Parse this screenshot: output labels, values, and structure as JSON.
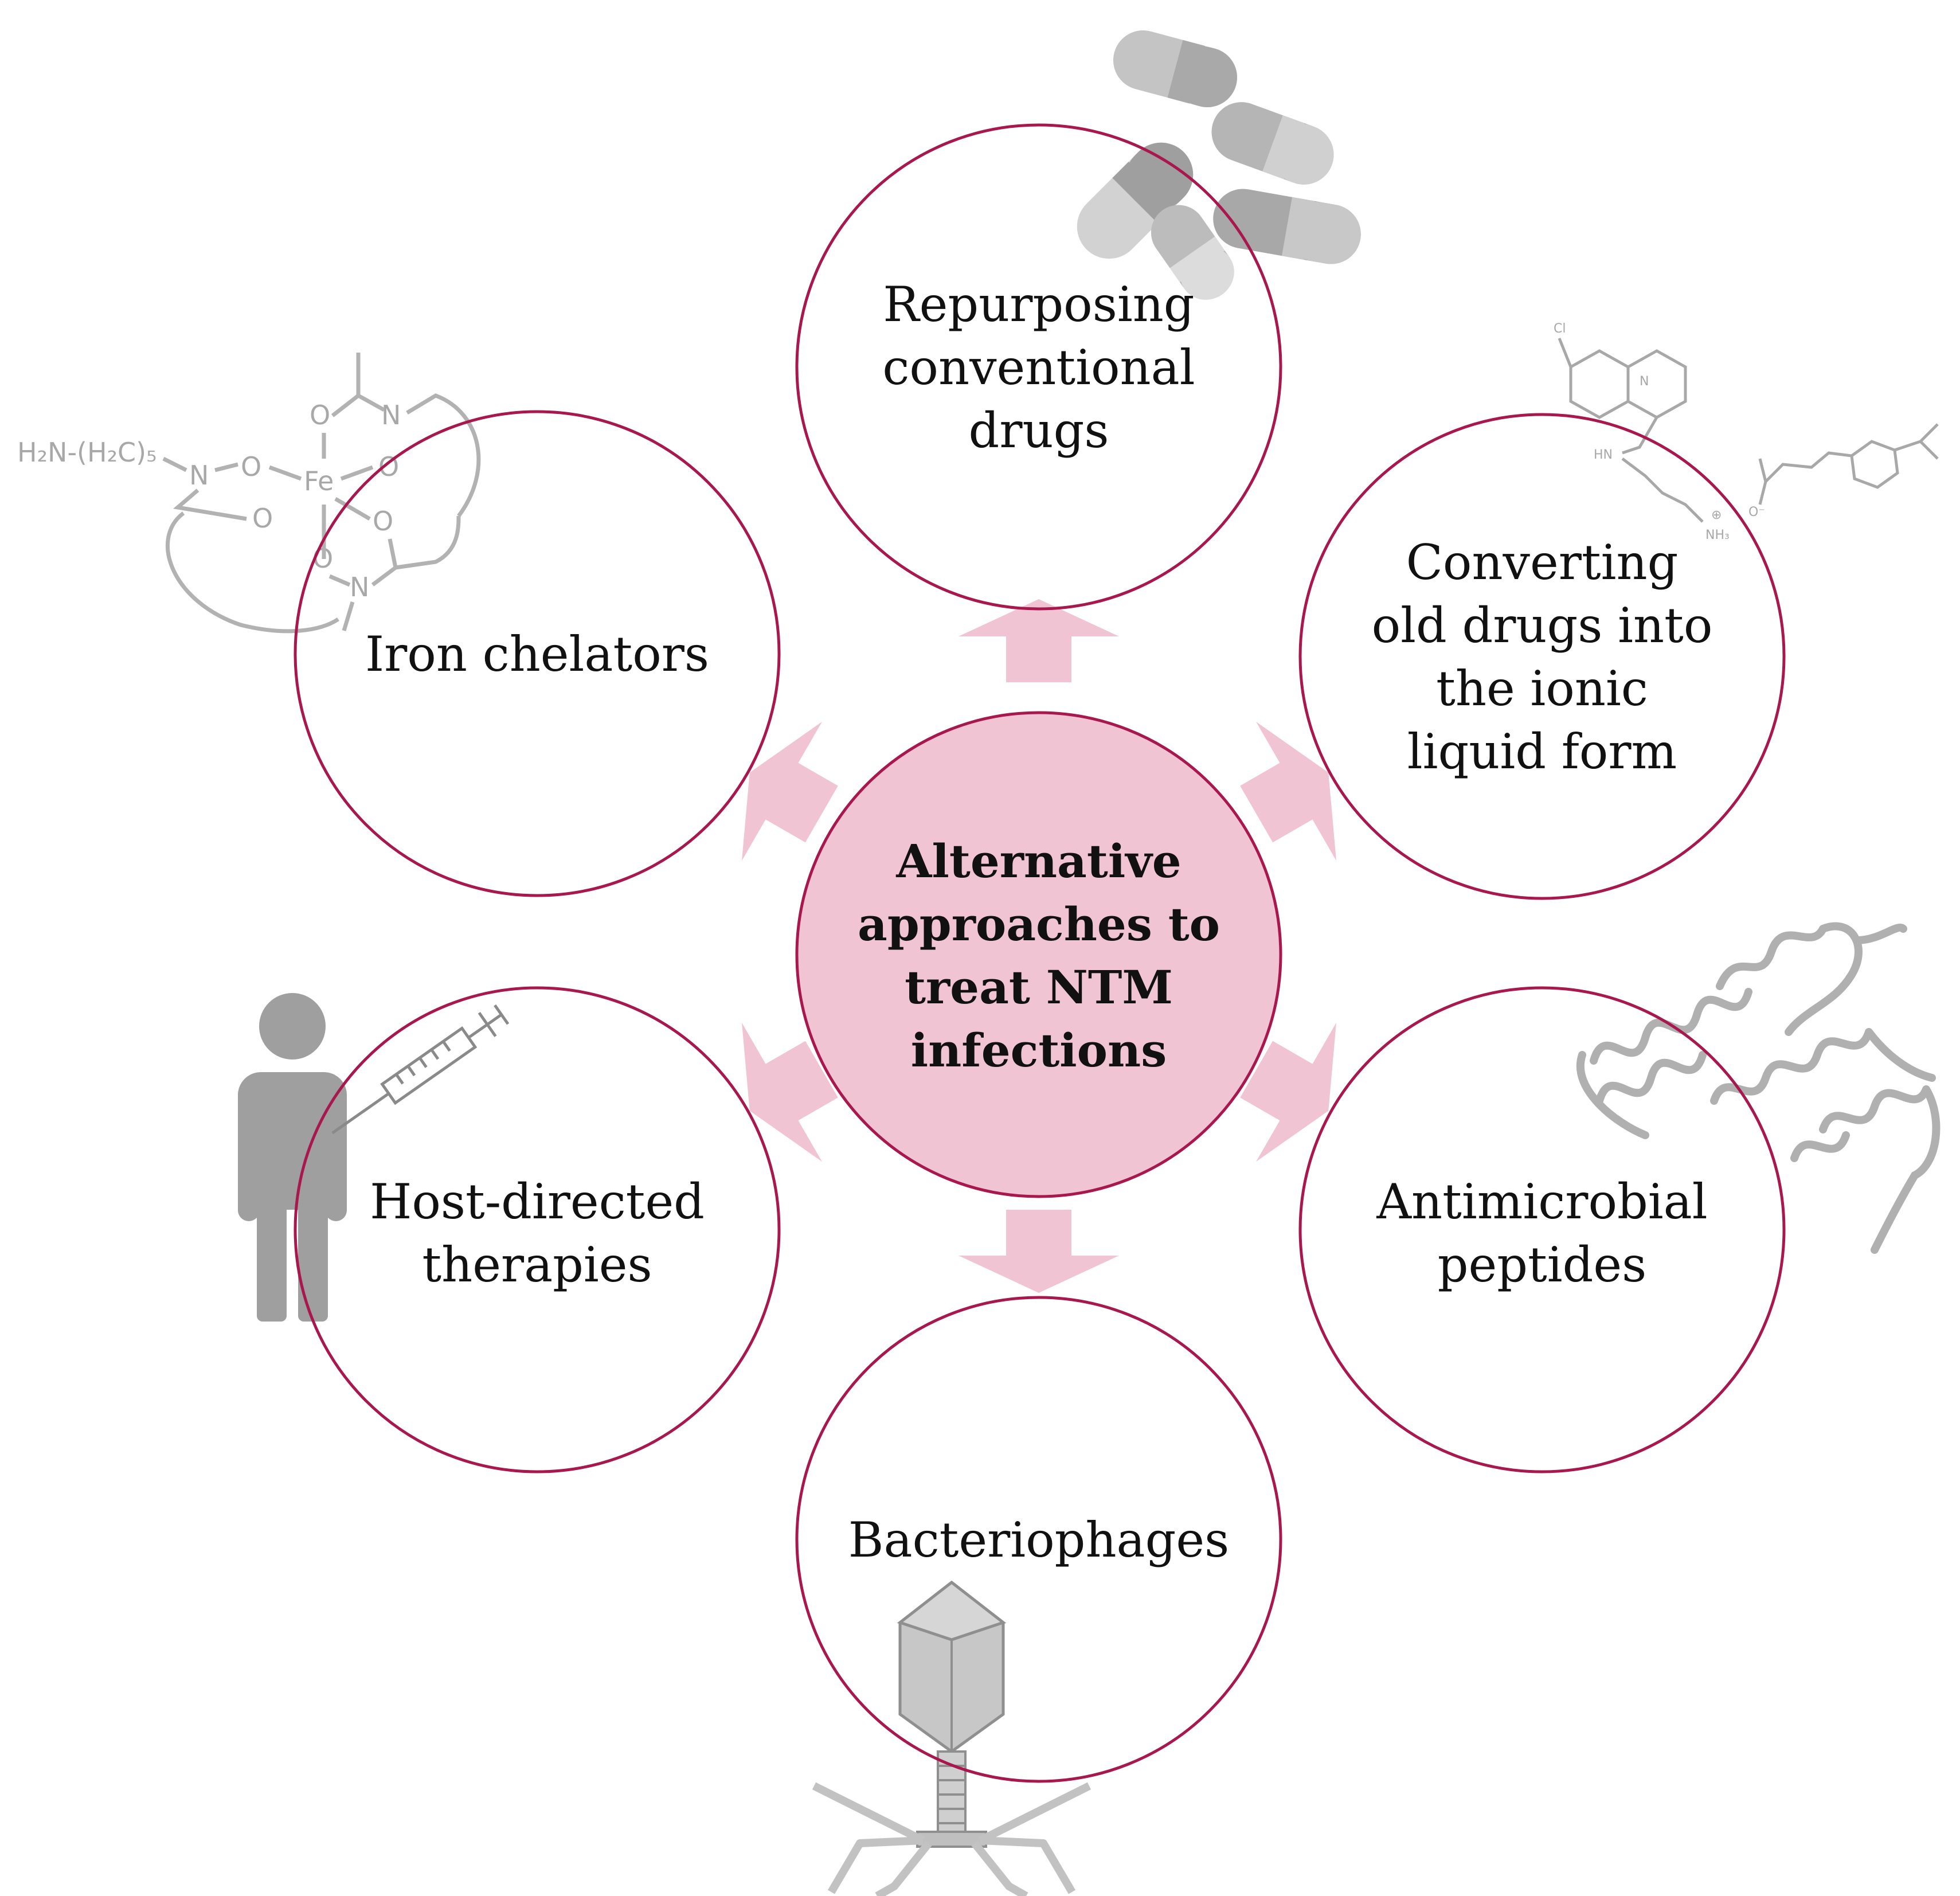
{
  "colors": {
    "ring": "#a8184e",
    "center_fill": "#f1c4d3",
    "arrow": "#f1c4d3",
    "clipart": "#a3a3a3"
  },
  "center": {
    "lines": [
      "Alternative",
      "approaches to",
      "treat NTM",
      "infections"
    ]
  },
  "nodes": {
    "repurposing": {
      "lines": [
        "Repurposing",
        "conventional",
        "drugs"
      ],
      "icon": "pills-icon"
    },
    "ionic_liquid": {
      "lines": [
        "Converting",
        "old drugs into",
        "the ionic",
        "liquid form"
      ],
      "icon": "ionic-liquid-structure-icon"
    },
    "antimicrobial": {
      "lines": [
        "Antimicrobial",
        "peptides"
      ],
      "icon": "protein-ribbon-icon"
    },
    "bacteriophages": {
      "lines": [
        "Bacteriophages"
      ],
      "icon": "bacteriophage-icon"
    },
    "host_directed": {
      "lines": [
        "Host-directed",
        "therapies"
      ],
      "icon": "person-syringe-icon"
    },
    "iron_chelators": {
      "lines": [
        "Iron chelators"
      ],
      "icon": "iron-chelator-structure-icon"
    }
  },
  "chem": {
    "amine_chain": "H₂N-(H₂C)₅",
    "fe": "Fe",
    "o": "O",
    "n": "N",
    "cl": "Cl",
    "hn": "HN",
    "nh3": "NH₃",
    "o_minus": "O⁻",
    "plus": "⊕"
  }
}
